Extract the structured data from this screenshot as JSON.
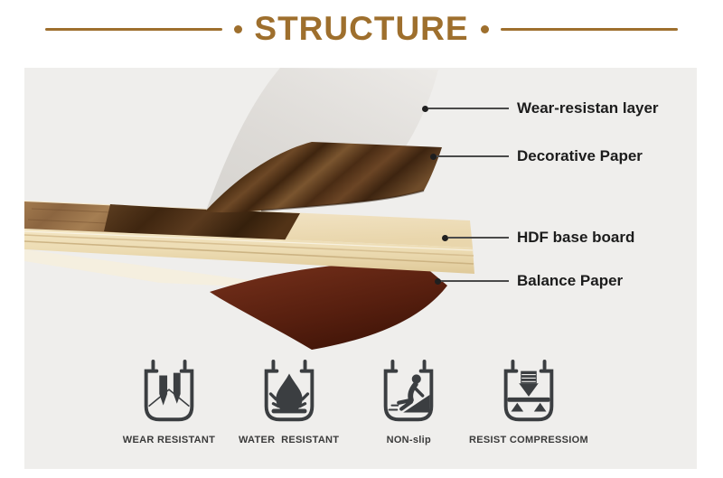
{
  "title": {
    "text": "STRUCTURE"
  },
  "layers": [
    {
      "label": "Wear-resistan layer"
    },
    {
      "label": "Decorative Paper"
    },
    {
      "label": "HDF base board"
    },
    {
      "label": "Balance Paper"
    }
  ],
  "features": [
    {
      "label": "WEAR RESISTANT",
      "icon": "wear-resistant-icon"
    },
    {
      "label": "WATER  RESISTANT",
      "icon": "water-resistant-icon"
    },
    {
      "label": "NON-slip",
      "icon": "non-slip-icon"
    },
    {
      "label": "RESIST COMPRESSIOM",
      "icon": "resist-compression-icon"
    }
  ],
  "colors": {
    "accent": "#9e6f2d",
    "panel_bg": "#efeeec",
    "callout_text": "#1c1c1c",
    "icon": "#3b3e41",
    "walnut": "#5a3a1f",
    "hdf_cream": "#efdfba",
    "oak": "#9a7248",
    "balance_paper": "#5d2414",
    "wear_layer": "#dddad6"
  }
}
